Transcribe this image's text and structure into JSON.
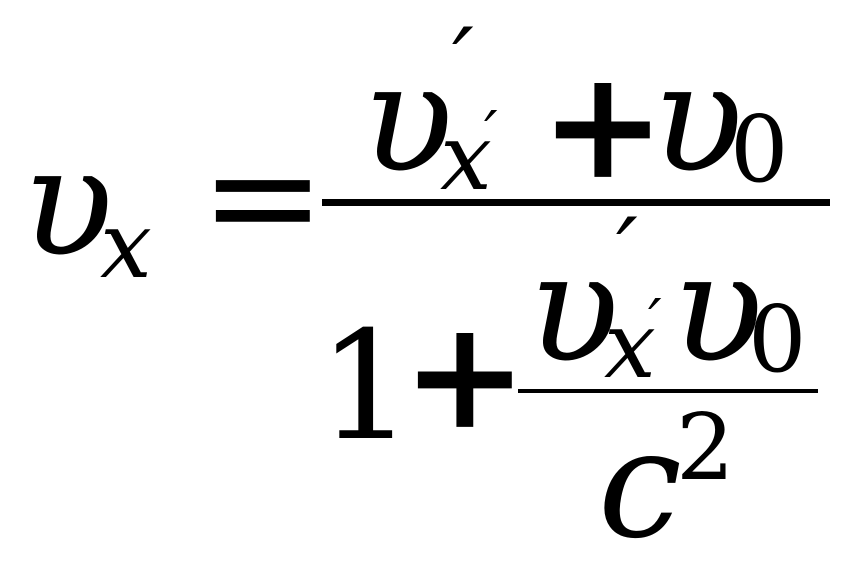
{
  "formula": {
    "lhs": {
      "symbol": "υ",
      "subscript": "x"
    },
    "equals": "=",
    "numerator": {
      "term1": {
        "symbol": "υ",
        "prime": "′",
        "subscript": "x",
        "subscript_prime": "′"
      },
      "plus": "+",
      "term2": {
        "symbol": "υ",
        "subscript": "0"
      }
    },
    "denominator": {
      "one": "1",
      "plus": "+",
      "inner_numerator": {
        "term1": {
          "symbol": "υ",
          "prime": "′",
          "subscript": "x",
          "subscript_prime": "′"
        },
        "term2": {
          "symbol": "υ",
          "subscript": "0"
        }
      },
      "inner_denominator": {
        "symbol": "c",
        "exponent": "2"
      }
    }
  }
}
